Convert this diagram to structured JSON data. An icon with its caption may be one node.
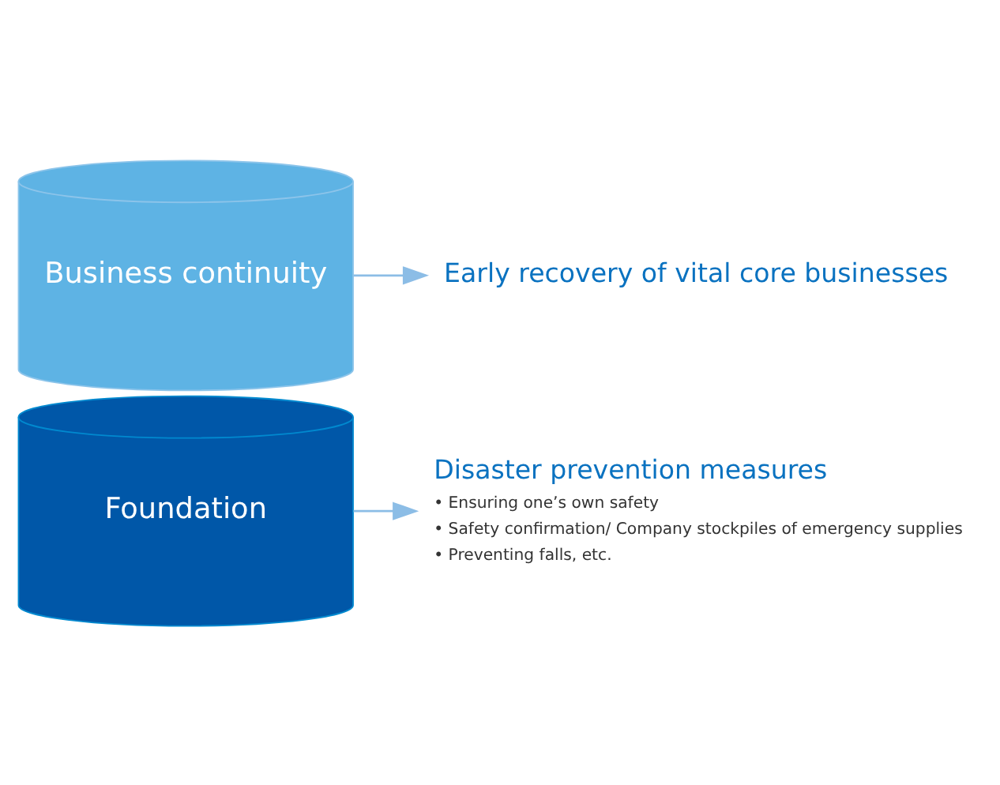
{
  "diagram": {
    "nodes": [
      {
        "text": [
          "Business continuity"
        ]
      },
      {
        "text": [
          "Foundation"
        ]
      },
      {
        "text": [
          "Early recovery of vital core businesses"
        ]
      },
      {
        "text": [
          "Disaster prevention measures",
          "• Ensuring one’s own safety",
          "• Safety confirmation/ Company stockpiles of emergency supplies",
          "• Preventing falls, etc."
        ]
      }
    ],
    "edges": [
      {
        "from": 0,
        "to": 2,
        "arrow": "to"
      },
      {
        "from": 1,
        "to": 3,
        "arrow": "to"
      }
    ]
  }
}
